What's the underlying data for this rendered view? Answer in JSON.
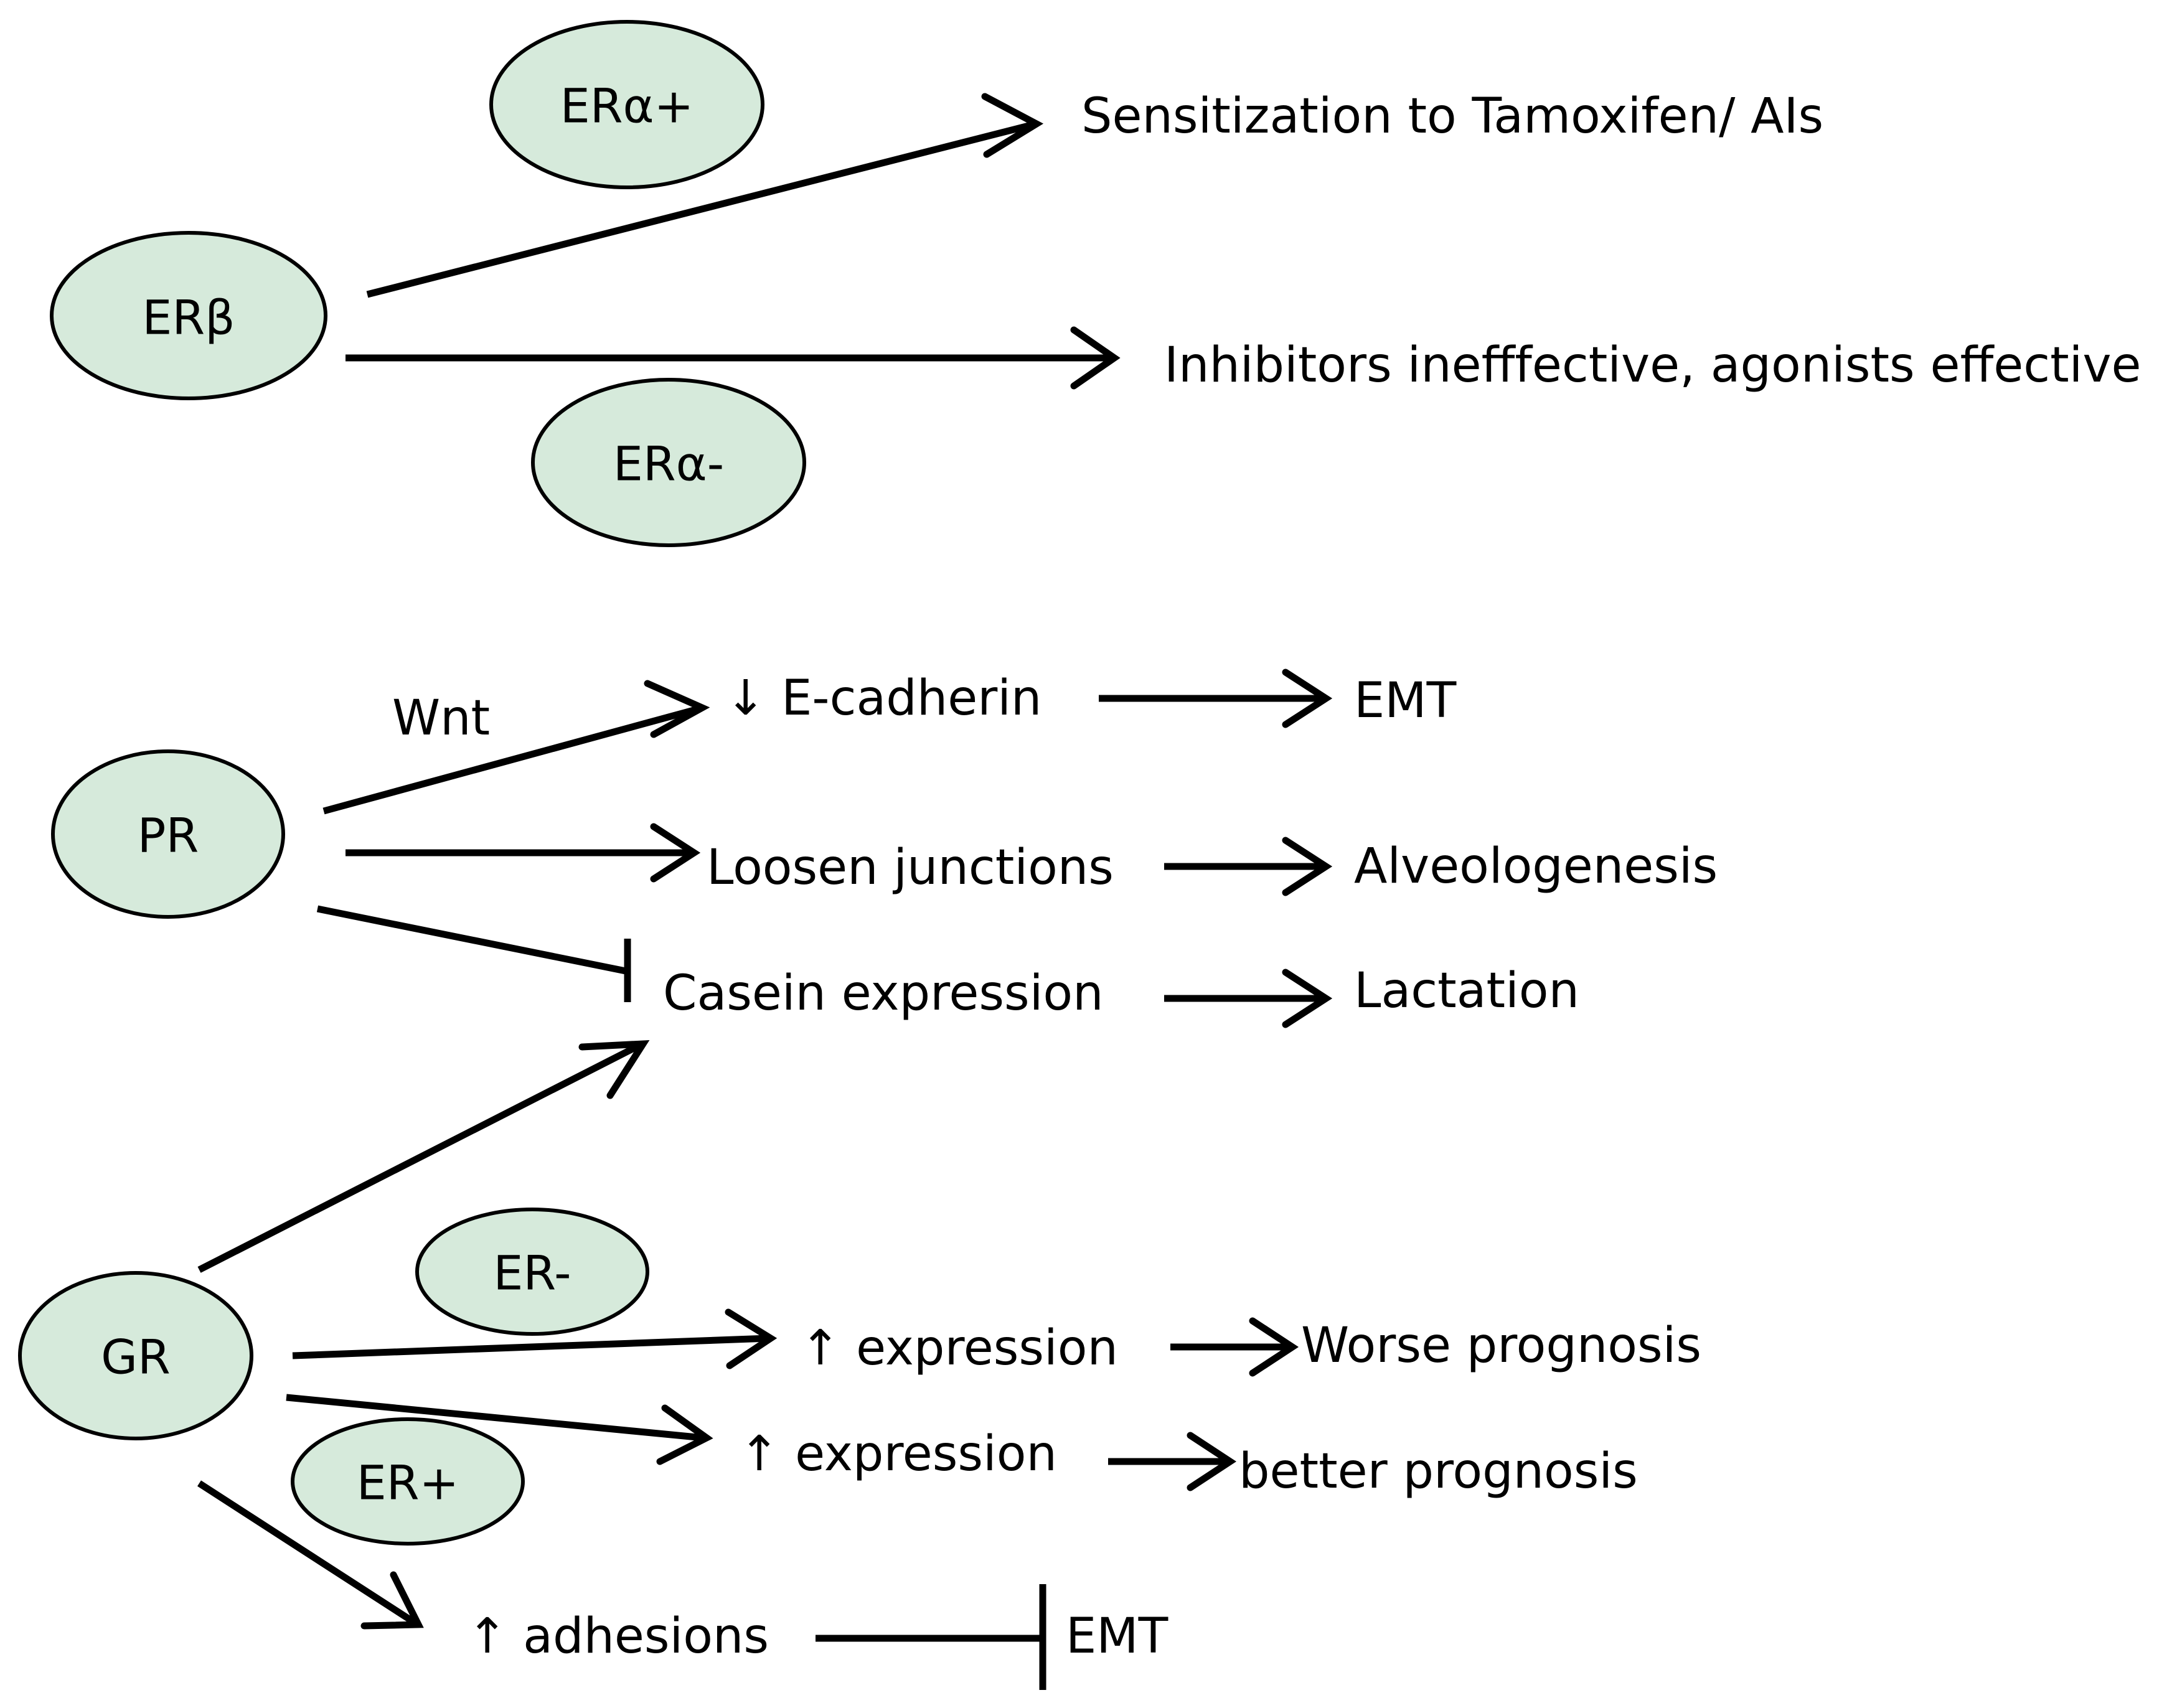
{
  "nodes": {
    "er_beta": "ERβ",
    "er_alpha_pos": "ERα+",
    "er_alpha_neg": "ERα-",
    "pr": "PR",
    "gr": "GR",
    "er_neg": "ER-",
    "er_pos": "ER+"
  },
  "labels": {
    "sensitization": "Sensitization to Tamoxifen/ AIs",
    "inhibitors": "Inhibitors inefffective, agonists effective",
    "wnt": "Wnt",
    "e_cadherin": "↓ E-cadherin",
    "emt_1": "EMT",
    "loosen_junctions": "Loosen junctions",
    "alveologenesis": "Alveologenesis",
    "casein_expression": "Casein expression",
    "lactation": "Lactation",
    "expression_up_1": "↑ expression",
    "worse_prognosis": "Worse prognosis",
    "expression_up_2": "↑ expression",
    "better_prognosis": "better prognosis",
    "adhesions_up": "↑ adhesions",
    "emt_2": "EMT"
  },
  "colors": {
    "node_fill": "#d6eadb",
    "stroke": "#000000"
  }
}
